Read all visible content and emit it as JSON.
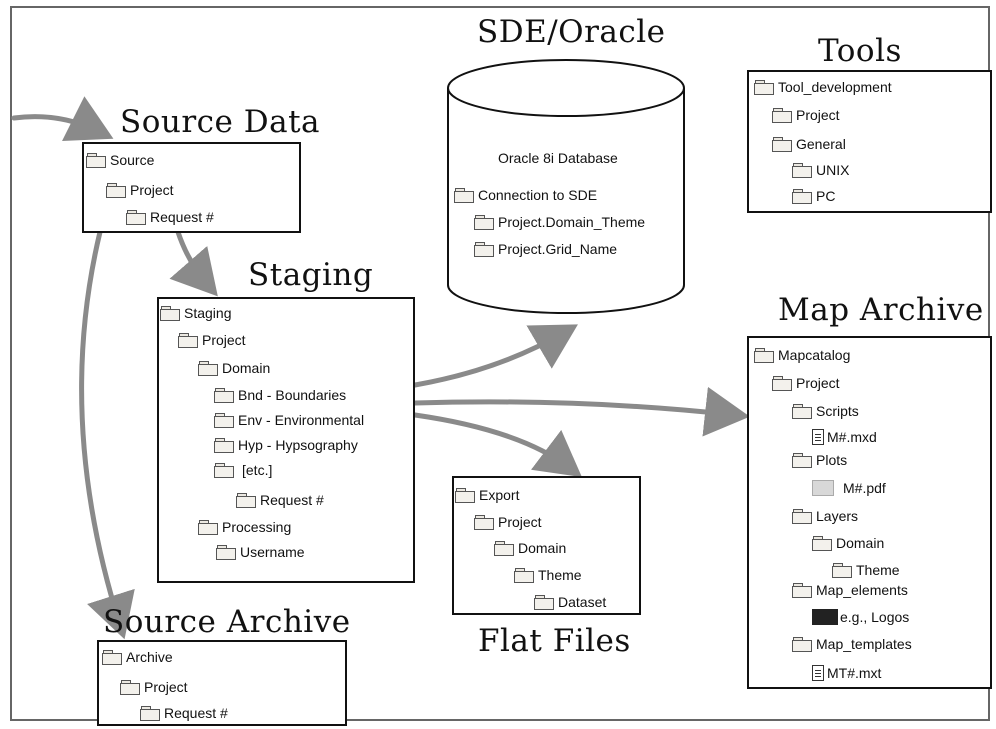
{
  "sections": {
    "source_data": {
      "title": "Source Data",
      "items": [
        "Source",
        "Project",
        "Request #"
      ]
    },
    "staging": {
      "title": "Staging",
      "items": [
        "Staging",
        "Project",
        "Domain",
        "Bnd - Boundaries",
        "Env - Environmental",
        "Hyp - Hypsography",
        "[etc.]",
        "Request #",
        "Processing",
        "Username"
      ]
    },
    "source_archive": {
      "title": "Source Archive",
      "items": [
        "Archive",
        "Project",
        "Request #"
      ]
    },
    "sde_oracle": {
      "title": "SDE/Oracle",
      "db_label": "Oracle 8i Database",
      "items": [
        "Connection to SDE",
        "Project.Domain_Theme",
        "Project.Grid_Name"
      ]
    },
    "flat_files": {
      "title": "Flat Files",
      "items": [
        "Export",
        "Project",
        "Domain",
        "Theme",
        "Dataset"
      ]
    },
    "tools": {
      "title": "Tools",
      "items": [
        "Tool_development",
        "Project",
        "General",
        "UNIX",
        "PC"
      ]
    },
    "map_archive": {
      "title": "Map Archive",
      "items": [
        "Mapcatalog",
        "Project",
        "Scripts",
        "M#.mxd",
        "Plots",
        "M#.pdf",
        "Layers",
        "Domain",
        "Theme",
        "Map_elements",
        "e.g., Logos",
        "Map_templates",
        "MT#.mxt"
      ]
    }
  }
}
